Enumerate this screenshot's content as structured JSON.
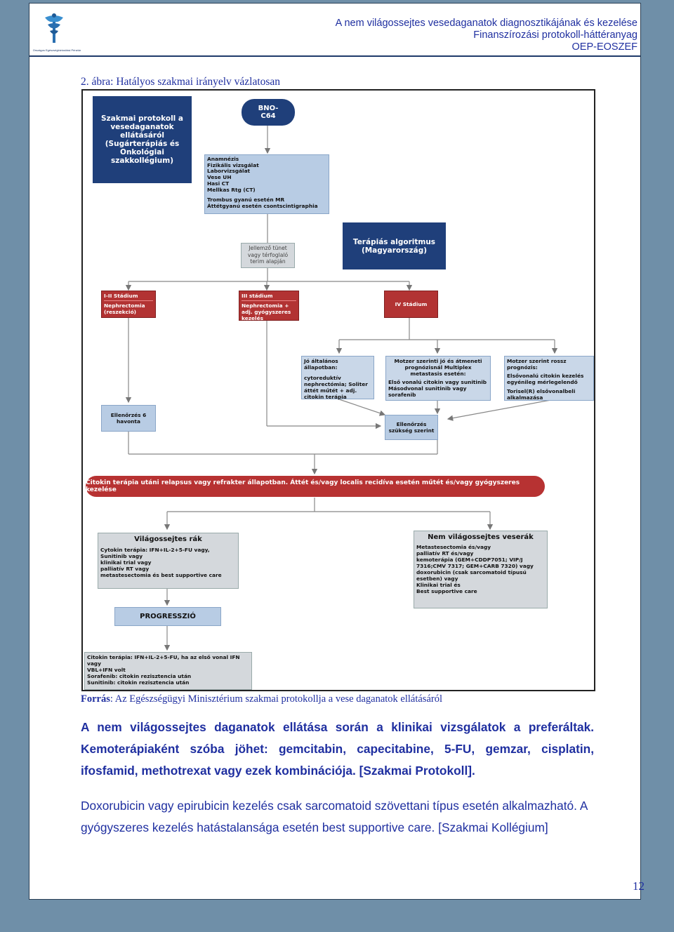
{
  "header": {
    "logo_text": "Országos Egészségbiztosítási Pénztár",
    "line1": "A nem világossejtes vesedaganatok diagnosztikájának és kezelése",
    "line2": "Finanszírozási protokoll-háttéranyag",
    "line3": "OEP-EOSZEF"
  },
  "figure": {
    "title": "2. ábra: Hatályos szakmai irányelv vázlatosan",
    "source_label": "Forrás",
    "source_text": ": Az Egészségügyi Minisztérium szakmai protokollja a vese daganatok ellátásáról"
  },
  "diagram": {
    "protocol_box": "Szakmai protokoll a vesedaganatok ellátásáról (Sugárterápiás és Onkológiai szakkollégium)",
    "bno": "BNO-\nC64",
    "exams": [
      "Anamnézis",
      "Fizikális vizsgálat",
      "Laborvizsgálat",
      "Vese UH",
      "Hasi CT",
      "Mellkas Rtg (CT)"
    ],
    "exams_extra": [
      "Trombus gyanú esetén MR",
      "Áttétgyanú esetén csontscintigraphia"
    ],
    "therapy_algo": "Terápiás algoritmus (Magyarország)",
    "symptom_box": "Jellemző tünet vagy térfoglaló terim alapján",
    "stage12_title": "I-II Stádium",
    "stage12_body": "Nephrectomia (reszekció)",
    "stage3_title": "III stádium",
    "stage3_body": "Nephrectomia + adj. gyógyszeres kezelés",
    "stage4_title": "IV Stádium",
    "good_title": "Jó általános állapotban:",
    "good_body": "cytoreduktív nephrectómia; Soliter áttét műtét + adj. citokin terápia",
    "motzer_mid_title": "Motzer szerinti jó és átmeneti prognózisnál Multiplex metastasis esetén:",
    "motzer_mid_body": "Első vonalú citokin vagy sunitinib Másodvonal sunitinib vagy sorafenib",
    "motzer_bad_title": "Motzer szerint rossz prognózis:",
    "motzer_bad_body": "Elsővonalú citokin kezelés egyénileg mérlegelendő",
    "motzer_bad_body2": "Torisel(R) elsővonalbeli alkalmazása",
    "followup6": "Ellenőrzés 6 havonta",
    "followup_need": "Ellenőrzés szükség szerint",
    "relapse": "Citokin terápia utáni relapsus vagy refrakter állapotban. Áttét és/vagy localis recidíva esetén műtét és/vagy gyógyszeres kezelése",
    "clear_title": "Világossejtes rák",
    "clear_items": [
      "Cytokin terápia: IFN+IL-2+5-FU vagy,",
      "Sunitinib vagy",
      "klinikai trial vagy",
      "palliatív RT vagy",
      "metastesectomia és best supportive care"
    ],
    "nonclear_title": "Nem világossejtes veserák",
    "nonclear_items": [
      "Metastesectomia és/vagy",
      "palliatív RT és/vagy",
      "kemoterápia (GEM+CDDP7051; VIP/J",
      "7316;CMV 7317; GEM+CARB 7320) vagy",
      "doxorubicin (csak sarcomatoid típusú",
      "esetben) vagy",
      "Klinikai trial és",
      "Best supportive care"
    ],
    "progression": "PROGRESSZIÓ",
    "progression_items": [
      "Citokin terápia: IFN+IL-2+5-FU, ha az első vonal IFN vagy",
      "VBL+IFN volt",
      "Sorafenib: citokin rezisztencia után",
      "Sunitinib: citokin rezisztencia után"
    ]
  },
  "body": {
    "para1": "A nem világossejtes daganatok ellátása során a klinikai vizsgálatok a preferáltak. Kemoterápiaként szóba jöhet: gemcitabin, capecitabine, 5-FU, gemzar, cisplatin, ifosfamid, methotrexat vagy ezek kombinációja. [Szakmai Protokoll].",
    "para2": "Doxorubicin vagy epirubicin kezelés csak sarcomatoid szövettani típus esetén alkalmazható. A gyógyszeres kezelés hatástalansága esetén best supportive care. [Szakmai Kollégium]"
  },
  "page_number": "12",
  "colors": {
    "navy": "#1f3f7a",
    "light_blue": "#b8cce4",
    "red": "#b23333",
    "grey": "#d4d8dc",
    "text_blue": "#1f2fa0"
  }
}
